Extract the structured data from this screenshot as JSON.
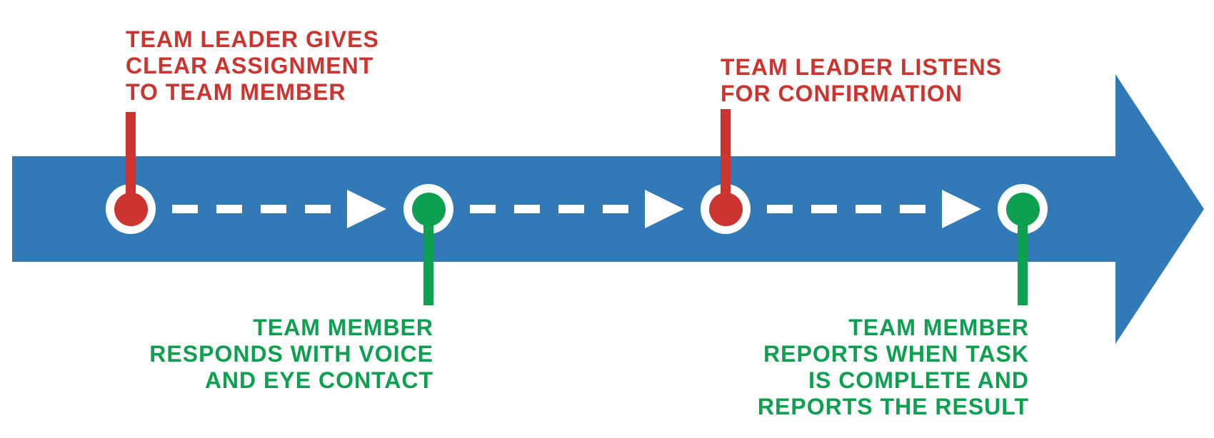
{
  "diagram": {
    "type": "process-timeline-arrow",
    "flow_direction": "left-to-right",
    "colors": {
      "band": "#3179B7",
      "red": "#CC342F",
      "green": "#0DA050",
      "connector": "#FFFFFF"
    },
    "milestones": [
      {
        "id": 1,
        "dot_color_name": "red",
        "label_side": "above",
        "lines": [
          "TEAM LEADER GIVES",
          "CLEAR ASSIGNMENT",
          "TO TEAM MEMBER"
        ]
      },
      {
        "id": 2,
        "dot_color_name": "green",
        "label_side": "below",
        "lines": [
          "TEAM MEMBER",
          "RESPONDS WITH VOICE",
          "AND EYE CONTACT"
        ]
      },
      {
        "id": 3,
        "dot_color_name": "red",
        "label_side": "above",
        "lines": [
          "TEAM LEADER LISTENS",
          "FOR CONFIRMATION"
        ]
      },
      {
        "id": 4,
        "dot_color_name": "green",
        "label_side": "below",
        "lines": [
          "TEAM MEMBER",
          "REPORTS WHEN TASK",
          "IS COMPLETE AND",
          "REPORTS THE RESULT"
        ]
      }
    ]
  }
}
